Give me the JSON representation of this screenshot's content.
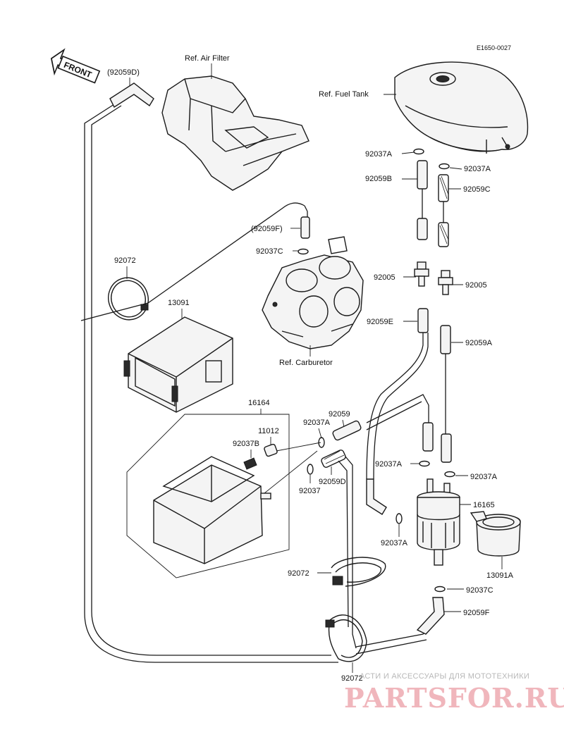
{
  "diagram_code": "E1650-0027",
  "front_label": "FRONT",
  "reference_labels": {
    "air_filter": "Ref. Air Filter",
    "fuel_tank": "Ref. Fuel Tank",
    "carburetor": "Ref. Carburetor"
  },
  "part_labels": {
    "p92059D_top": "(92059D)",
    "p92037A_tank_left": "92037A",
    "p92037A_tank_right": "92037A",
    "p92059B": "92059B",
    "p92059C": "92059C",
    "p92059F_carb": "(92059F)",
    "p92037C_carb": "92037C",
    "p92005_left": "92005",
    "p92005_right": "92005",
    "p92059E": "92059E",
    "p92059A": "92059A",
    "p92072_upper": "92072",
    "p13091": "13091",
    "p16164": "16164",
    "p11012": "11012",
    "p92037B": "92037B",
    "p92037A_mid": "92037A",
    "p92059": "92059",
    "p92059D_mid": "92059D",
    "p92037": "92037",
    "p92037A_filter_left": "92037A",
    "p92037A_filter_right": "92037A",
    "p16165": "16165",
    "p92037A_lower": "92037A",
    "p13091A": "13091A",
    "p92072_mid": "92072",
    "p92037C_lower": "92037C",
    "p92059F_lower": "92059F",
    "p92072_bottom": "92072"
  },
  "watermark": {
    "tagline": "АСТИ И АКСЕССУАРЫ ДЛЯ МОТОТЕХНИКИ",
    "brand": "PARTSFOR.RU"
  }
}
